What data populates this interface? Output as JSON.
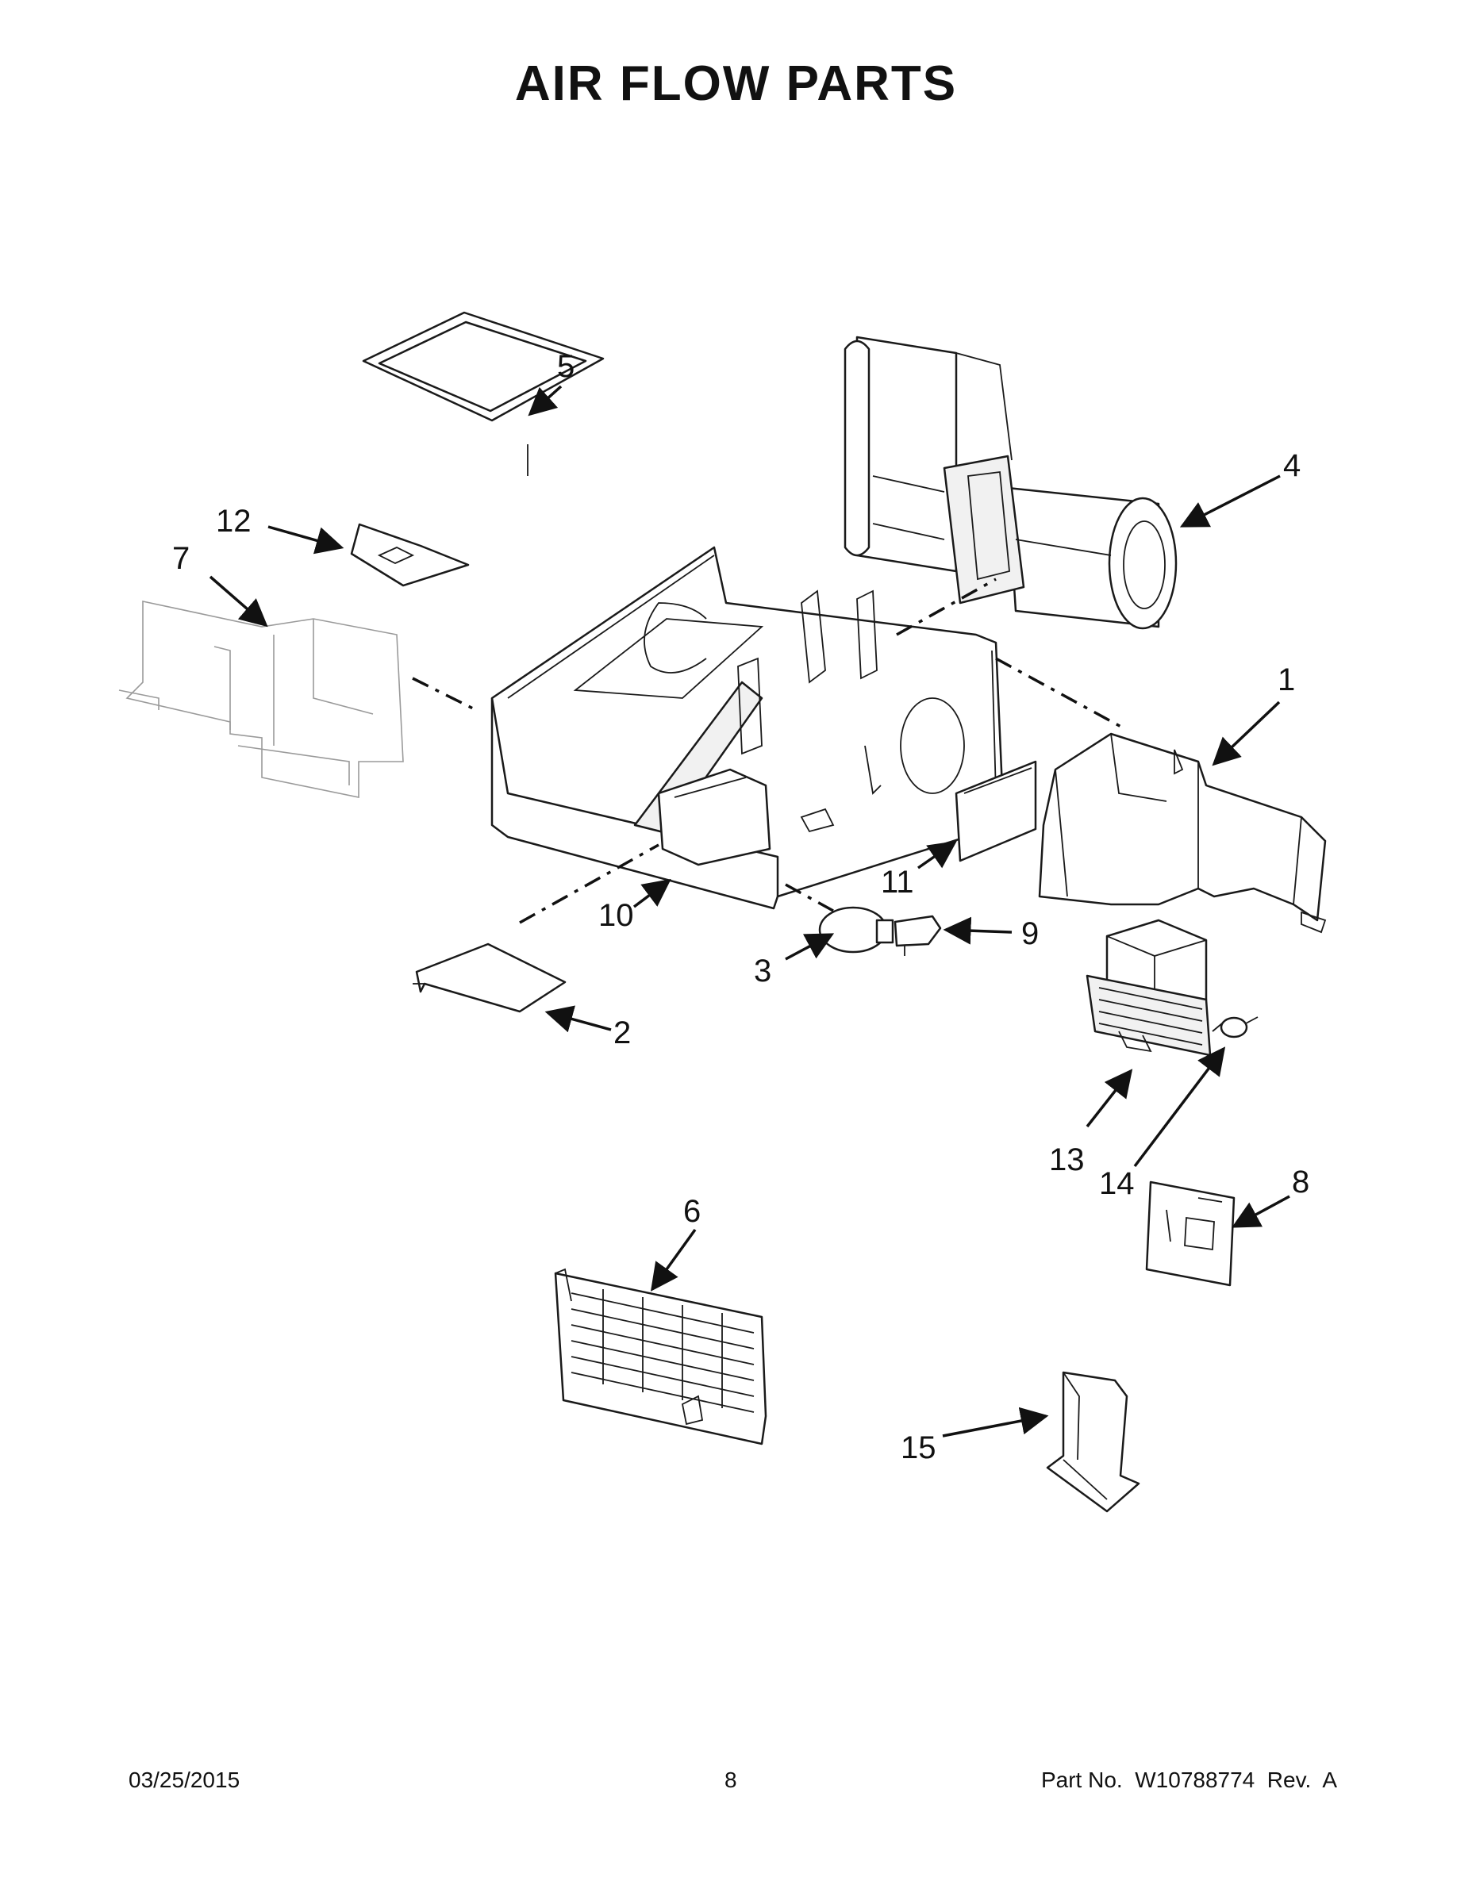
{
  "page": {
    "title": "AIR FLOW PARTS"
  },
  "callouts": [
    "1",
    "2",
    "3",
    "4",
    "5",
    "6",
    "7",
    "8",
    "9",
    "10",
    "11",
    "12",
    "13",
    "14",
    "15"
  ],
  "footer": {
    "date": "03/25/2015",
    "page_number": "8",
    "part_label": "Part No.  W10788774  Rev.  A"
  }
}
